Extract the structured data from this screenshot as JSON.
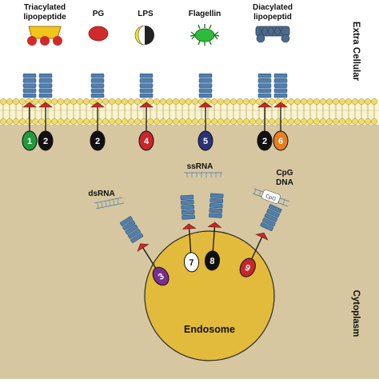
{
  "regions": {
    "extracellular_label": "Extra Cellular",
    "cytoplasm_label": "Cytoplasm",
    "endosome_label": "Endosome"
  },
  "ligands": {
    "triacylated": "Triacylated lipopeptide",
    "triacylated_line1": "Triacylated",
    "triacylated_line2": "lipopeptide",
    "pg": "PG",
    "lps": "LPS",
    "flagellin": "Flagellin",
    "diacylated": "Diacylated lipopeptid",
    "diacylated_line1": "Diacylated",
    "diacylated_line2": "lipopeptid",
    "dsrna": "dsRNA",
    "ssrna": "ssRNA",
    "cpg_line1": "CpG",
    "cpg_line2": "DNA",
    "cpg_inner": "CpG"
  },
  "receptors": {
    "surface": [
      {
        "number": "1",
        "color": "#1f9a3c"
      },
      {
        "number": "2",
        "color": "#111111"
      },
      {
        "number": "2",
        "color": "#111111"
      },
      {
        "number": "4",
        "color": "#c8262b"
      },
      {
        "number": "5",
        "color": "#2a3278"
      },
      {
        "number": "2",
        "color": "#111111"
      },
      {
        "number": "6",
        "color": "#e67e22"
      }
    ],
    "endosomal": [
      {
        "number": "3",
        "color": "#7b2d8e"
      },
      {
        "number": "7",
        "color": "#ffffff"
      },
      {
        "number": "8",
        "color": "#111111"
      },
      {
        "number": "9",
        "color": "#c8262b"
      }
    ]
  },
  "colors": {
    "cytoplasm": "#d6c7a1",
    "endosome": "#e2bb3c",
    "receptor_block": "#4f7fb0",
    "membrane_head": "#f3dc62",
    "triangle": "#c32b2b",
    "ligand_red": "#d02a2a"
  }
}
